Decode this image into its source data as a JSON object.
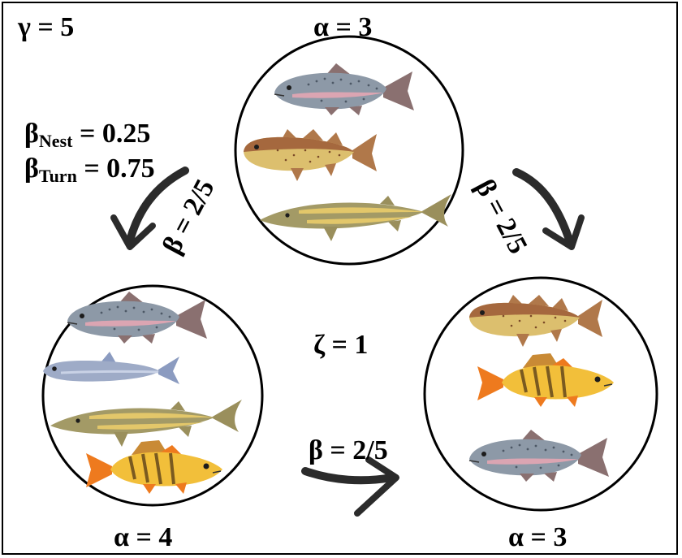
{
  "labels": {
    "gamma": "γ = 5",
    "alpha_top": "α = 3",
    "alpha_left": "α = 4",
    "alpha_right": "α = 3",
    "beta_nest_symbol": "β",
    "beta_nest_sub": "Nest",
    "beta_nest_value": " = 0.25",
    "beta_turn_symbol": "β",
    "beta_turn_sub": "Turn",
    "beta_turn_value": " = 0.75",
    "beta_left": "β = 2/5",
    "beta_right": "β = 2/5",
    "beta_bottom": "β = 2/5",
    "zeta": "ζ = 1"
  },
  "nests": [
    {
      "name": "top-nest",
      "alpha": 3,
      "fish": [
        "trout",
        "cod",
        "sturgeon"
      ]
    },
    {
      "name": "left-nest",
      "alpha": 4,
      "fish": [
        "trout",
        "smelt",
        "sturgeon",
        "perch"
      ]
    },
    {
      "name": "right-nest",
      "alpha": 3,
      "fish": [
        "cod",
        "perch",
        "trout"
      ]
    }
  ],
  "colors": {
    "trout_body": "#8c98a6",
    "trout_stripe": "#d9a3b0",
    "trout_fin": "#8a6a6a",
    "cod_body": "#dcbf6e",
    "cod_back": "#a5683e",
    "sturgeon_body": "#a39a66",
    "sturgeon_stripe": "#e3c76a",
    "smelt_body": "#9eabc7",
    "perch_body": "#f2bf3a",
    "perch_fin": "#ee7a1e",
    "arrow": "#2b2b2b"
  }
}
